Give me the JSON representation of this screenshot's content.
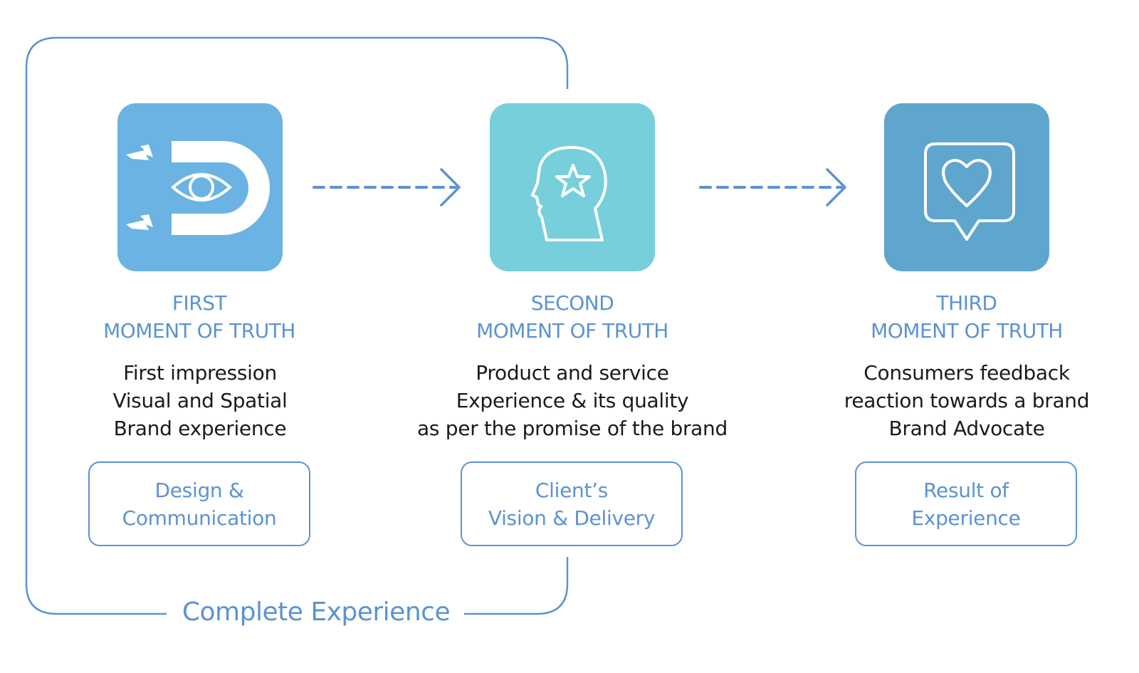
{
  "diagram": {
    "colors": {
      "accent": "#5b93d2",
      "tile_first": "#6bb3e2",
      "tile_second": "#77cfdc",
      "tile_third": "#5fa6cf",
      "body_text": "#1a1a1a"
    },
    "group_caption": "Complete Experience",
    "stages": [
      {
        "icon": "magnet-eye-icon",
        "heading_line1": "FIRST",
        "heading_line2": "MOMENT OF TRUTH",
        "description": [
          "First impression",
          "Visual and Spatial",
          "Brand experience"
        ],
        "tag_line1": "Design &",
        "tag_line2": "Communication"
      },
      {
        "icon": "head-star-icon",
        "heading_line1": "SECOND",
        "heading_line2": "MOMENT OF TRUTH",
        "description": [
          "Product and service",
          "Experience & its quality",
          "as per the promise of the brand"
        ],
        "tag_line1": "Client’s",
        "tag_line2": "Vision & Delivery"
      },
      {
        "icon": "speech-bubble-heart-icon",
        "heading_line1": "THIRD",
        "heading_line2": "MOMENT OF TRUTH",
        "description": [
          "Consumers feedback",
          "reaction towards a brand",
          "Brand Advocate"
        ],
        "tag_line1": "Result of",
        "tag_line2": "Experience"
      }
    ],
    "connectors": [
      {
        "from": "FIRST",
        "to": "SECOND",
        "style": "dashed-arrow"
      },
      {
        "from": "SECOND",
        "to": "THIRD",
        "style": "dashed-arrow"
      }
    ]
  }
}
